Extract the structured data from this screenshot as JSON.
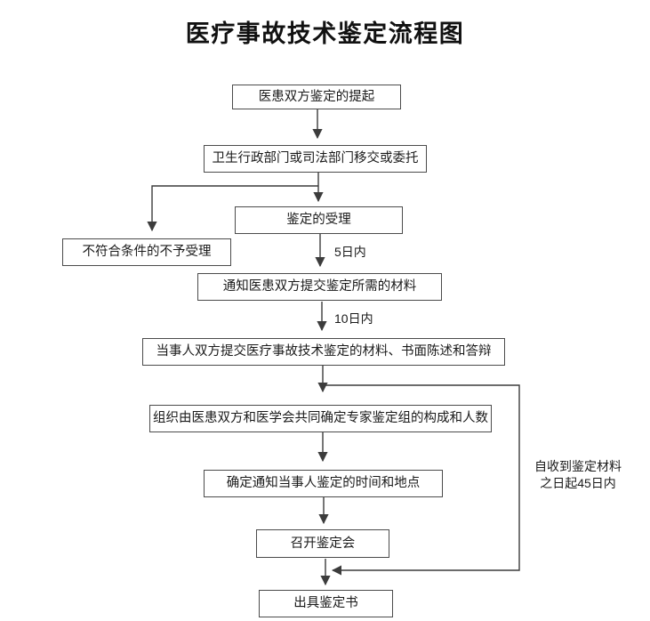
{
  "title": "医疗事故技术鉴定流程图",
  "nodes": [
    {
      "id": "initiation",
      "label": "医患双方鉴定的提起"
    },
    {
      "id": "transfer",
      "label": "卫生行政部门或司法部门移交或委托"
    },
    {
      "id": "acceptance",
      "label": "鉴定的受理"
    },
    {
      "id": "rejection",
      "label": "不符合条件的不予受理"
    },
    {
      "id": "notify",
      "label": "通知医患双方提交鉴定所需的材料"
    },
    {
      "id": "submit",
      "label": "当事人双方提交医疗事故技术鉴定的材料、书面陈述和答辩"
    },
    {
      "id": "expert-group",
      "label": "组织由医患双方和医学会共同确定专家鉴定组的构成和人数"
    },
    {
      "id": "time-place",
      "label": "确定通知当事人鉴定的时间和地点"
    },
    {
      "id": "meeting",
      "label": "召开鉴定会"
    },
    {
      "id": "report",
      "label": "出具鉴定书"
    }
  ],
  "edge_labels": [
    {
      "id": "five-days",
      "label": "5日内"
    },
    {
      "id": "ten-days",
      "label": "10日内"
    },
    {
      "id": "within-45-days",
      "label": "自收到鉴定材料\n之日起45日内"
    }
  ],
  "colors": {
    "background": "#ffffff",
    "line": "#3c3c3c",
    "box_border": "#4b4b4b",
    "text": "#1a1a1a"
  }
}
